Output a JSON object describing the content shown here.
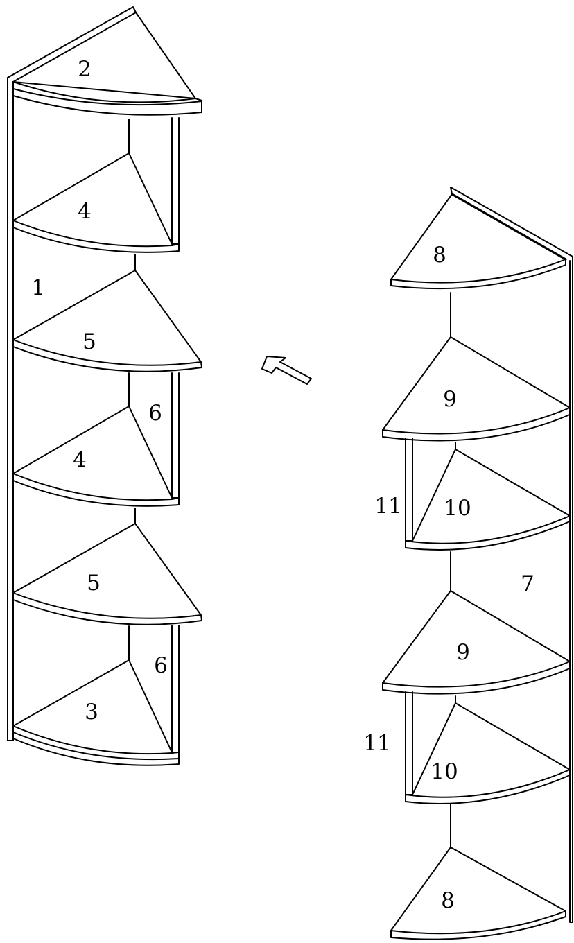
{
  "diagram": {
    "left_unit_labels": {
      "side_panel": "1",
      "top_shelf": "2",
      "bottom_shelf": "3",
      "shelf_upper_a": "4",
      "shelf_upper_b": "4",
      "shelf_mid_a": "5",
      "shelf_mid_b": "5",
      "back_panel_a": "6",
      "back_panel_b": "6"
    },
    "right_unit_labels": {
      "side_panel": "7",
      "end_shelf_top": "8",
      "end_shelf_bottom": "8",
      "shelf_mid_a": "9",
      "shelf_mid_b": "9",
      "shelf_small_a": "10",
      "shelf_small_b": "10",
      "back_panel_a": "11",
      "back_panel_b": "11"
    },
    "assembly_arrow": "arrow-icon"
  },
  "colors": {
    "stroke": "#000000",
    "background": "#ffffff"
  }
}
